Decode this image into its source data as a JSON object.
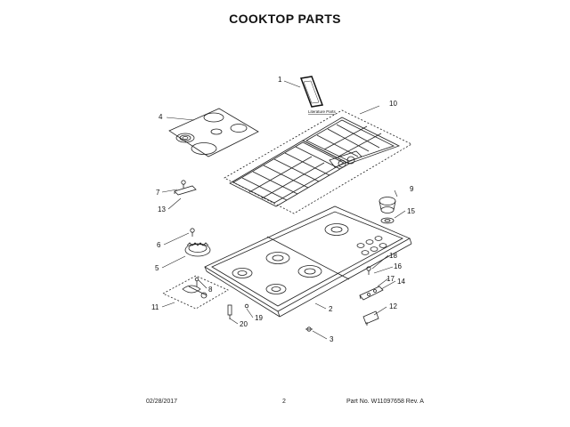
{
  "page": {
    "title": "COOKTOP PARTS",
    "footer_date": "02/28/2017",
    "footer_page": "2",
    "footer_part": "Part No.  W11097658  Rev. A"
  },
  "diagram": {
    "literature_label": "Literature Parts",
    "callouts": [
      "1",
      "2",
      "3",
      "4",
      "5",
      "6",
      "7",
      "8",
      "9",
      "10",
      "11",
      "12",
      "13",
      "14",
      "15",
      "16",
      "17",
      "18",
      "19",
      "20"
    ]
  }
}
